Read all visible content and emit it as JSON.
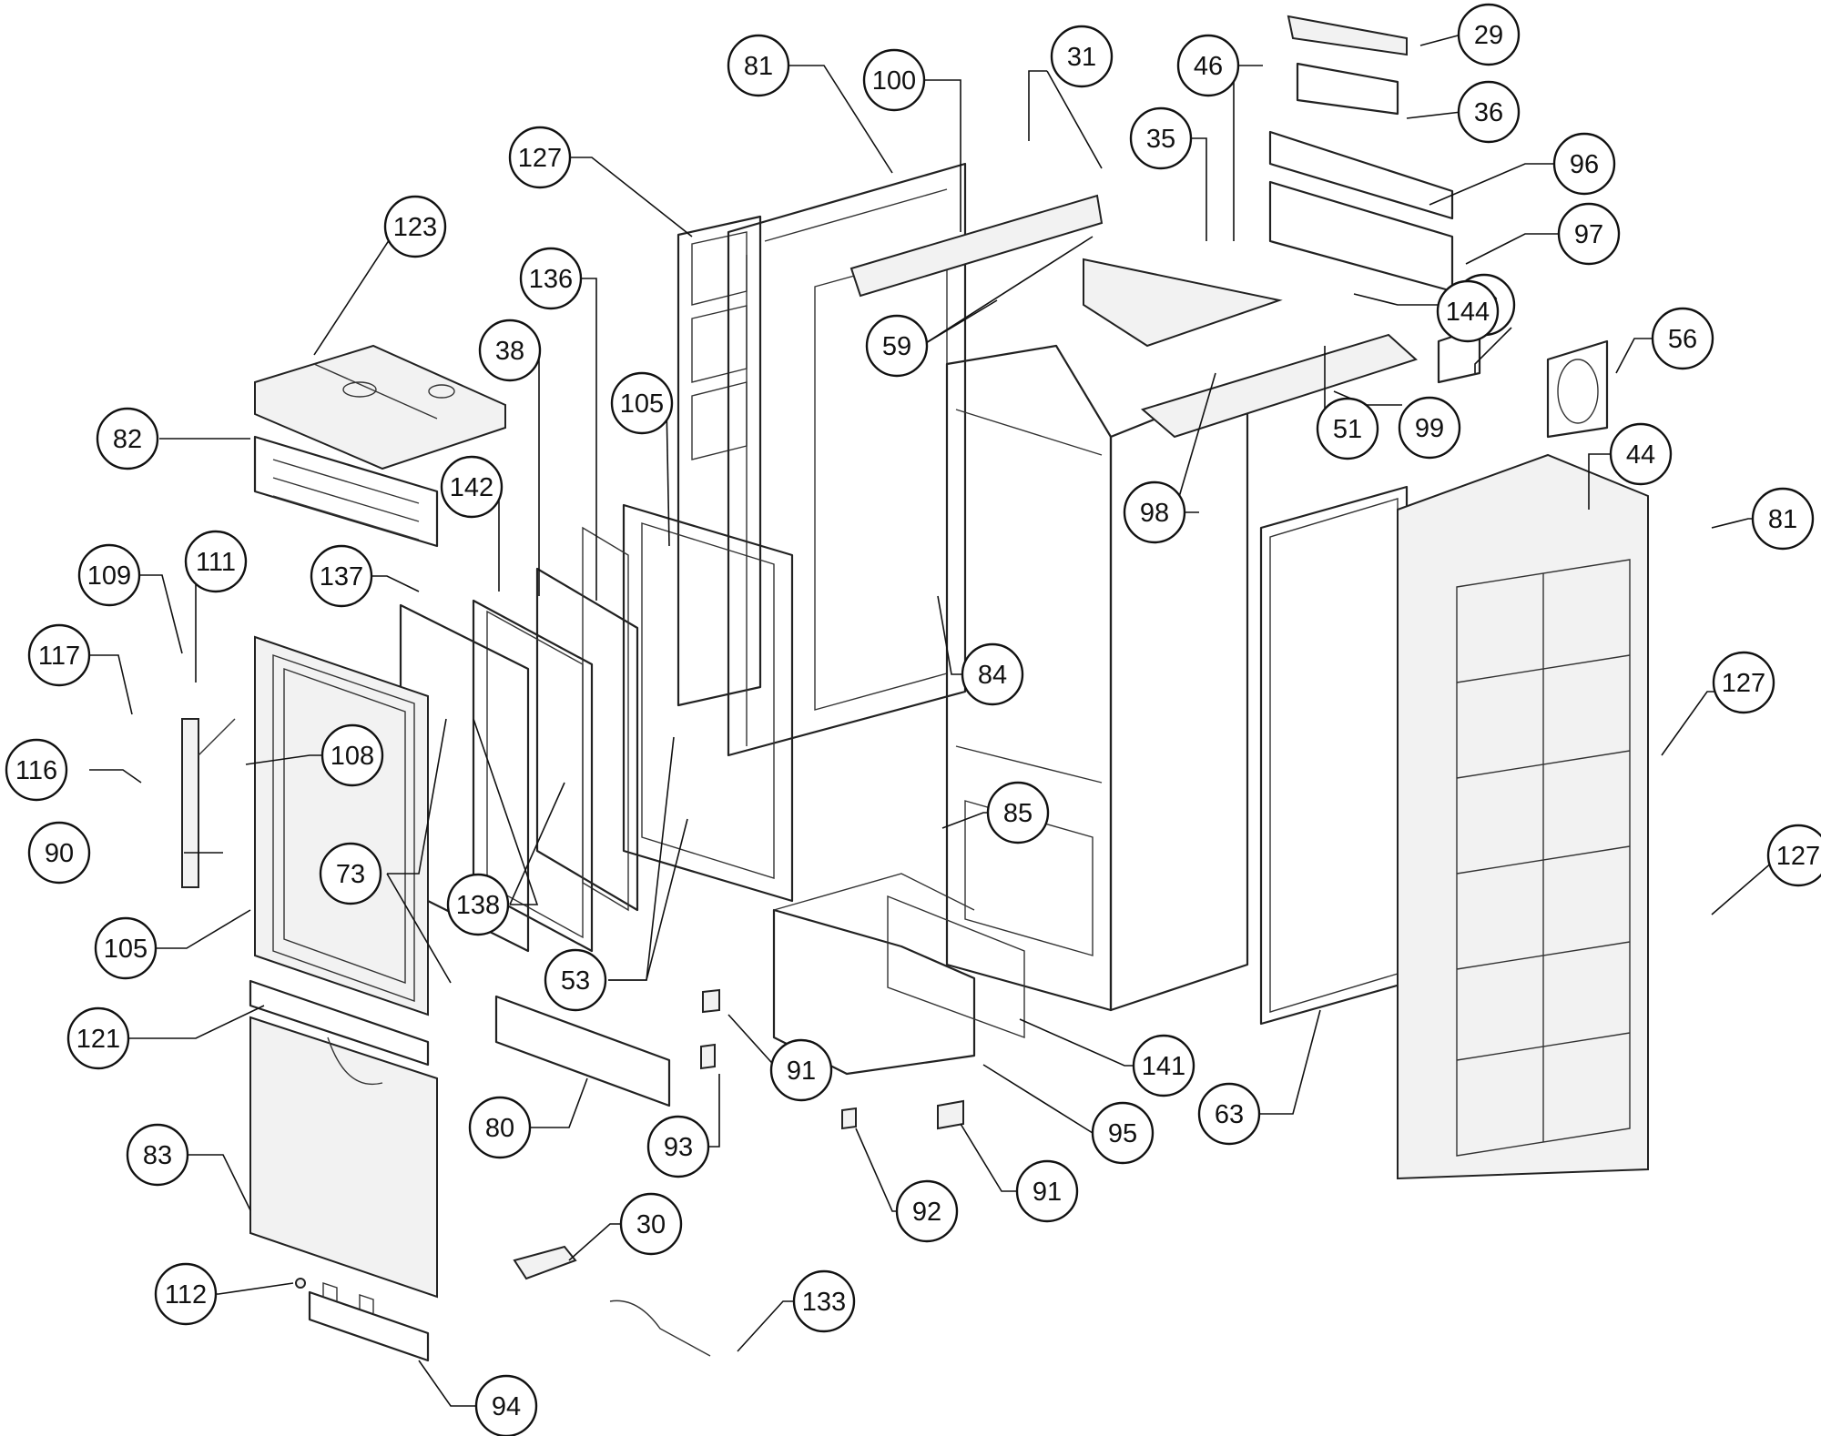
{
  "callouts": [
    {
      "id": "c29",
      "label": "29"
    },
    {
      "id": "c36",
      "label": "36"
    },
    {
      "id": "c96",
      "label": "96"
    },
    {
      "id": "c97",
      "label": "97"
    },
    {
      "id": "c46-top",
      "label": "46"
    },
    {
      "id": "c46-bot",
      "label": "46"
    },
    {
      "id": "c144",
      "label": "144"
    },
    {
      "id": "c56",
      "label": "56"
    },
    {
      "id": "c35",
      "label": "35"
    },
    {
      "id": "c31",
      "label": "31"
    },
    {
      "id": "c100",
      "label": "100"
    },
    {
      "id": "c81-top",
      "label": "81"
    },
    {
      "id": "c127-top",
      "label": "127"
    },
    {
      "id": "c123",
      "label": "123"
    },
    {
      "id": "c136",
      "label": "136"
    },
    {
      "id": "c38",
      "label": "38"
    },
    {
      "id": "c105-top",
      "label": "105"
    },
    {
      "id": "c59",
      "label": "59"
    },
    {
      "id": "c51",
      "label": "51"
    },
    {
      "id": "c99",
      "label": "99"
    },
    {
      "id": "c82",
      "label": "82"
    },
    {
      "id": "c142",
      "label": "142"
    },
    {
      "id": "c44",
      "label": "44"
    },
    {
      "id": "c98",
      "label": "98"
    },
    {
      "id": "c81-right",
      "label": "81"
    },
    {
      "id": "c109",
      "label": "109"
    },
    {
      "id": "c111",
      "label": "111"
    },
    {
      "id": "c137",
      "label": "137"
    },
    {
      "id": "c117",
      "label": "117"
    },
    {
      "id": "c84",
      "label": "84"
    },
    {
      "id": "c127-mid",
      "label": "127"
    },
    {
      "id": "c116",
      "label": "116"
    },
    {
      "id": "c108",
      "label": "108"
    },
    {
      "id": "c85",
      "label": "85"
    },
    {
      "id": "c90",
      "label": "90"
    },
    {
      "id": "c73",
      "label": "73"
    },
    {
      "id": "c127-low",
      "label": "127"
    },
    {
      "id": "c138",
      "label": "138"
    },
    {
      "id": "c105-bot",
      "label": "105"
    },
    {
      "id": "c53",
      "label": "53"
    },
    {
      "id": "c121",
      "label": "121"
    },
    {
      "id": "c141",
      "label": "141"
    },
    {
      "id": "c91-a",
      "label": "91"
    },
    {
      "id": "c63",
      "label": "63"
    },
    {
      "id": "c80",
      "label": "80"
    },
    {
      "id": "c95",
      "label": "95"
    },
    {
      "id": "c93",
      "label": "93"
    },
    {
      "id": "c83",
      "label": "83"
    },
    {
      "id": "c91-b",
      "label": "91"
    },
    {
      "id": "c92",
      "label": "92"
    },
    {
      "id": "c30",
      "label": "30"
    },
    {
      "id": "c112",
      "label": "112"
    },
    {
      "id": "c133",
      "label": "133"
    },
    {
      "id": "c94",
      "label": "94"
    }
  ]
}
